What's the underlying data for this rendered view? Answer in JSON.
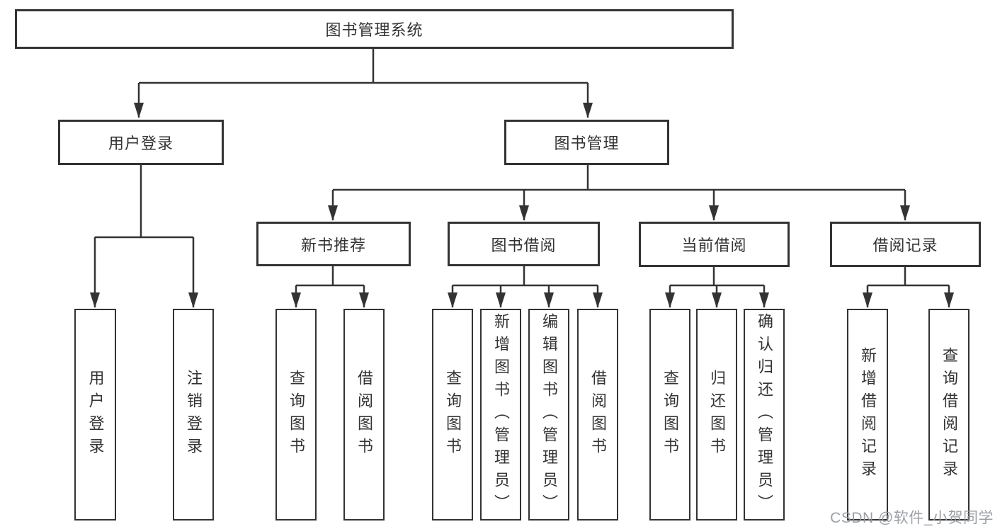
{
  "tree": {
    "label": "图书管理系统",
    "children": [
      {
        "label": "用户登录",
        "children": [
          {
            "label": "用户登录"
          },
          {
            "label": "注销登录"
          }
        ]
      },
      {
        "label": "图书管理",
        "children": [
          {
            "label": "新书推荐",
            "children": [
              {
                "label": "查询图书"
              },
              {
                "label": "借阅图书"
              }
            ]
          },
          {
            "label": "图书借阅",
            "children": [
              {
                "label": "查询图书"
              },
              {
                "label": "新增图书（管理员）"
              },
              {
                "label": "编辑图书（管理员）"
              },
              {
                "label": "借阅图书"
              }
            ]
          },
          {
            "label": "当前借阅",
            "children": [
              {
                "label": "查询图书"
              },
              {
                "label": "归还图书"
              },
              {
                "label": "确认归还（管理员）"
              }
            ]
          },
          {
            "label": "借阅记录",
            "children": [
              {
                "label": "新增借阅记录"
              },
              {
                "label": "查询借阅记录"
              }
            ]
          }
        ]
      }
    ]
  },
  "watermark": "CSDN @软件_小贺同学",
  "colors": {
    "line": "#333333",
    "text": "#333333",
    "watermark": "#94989e",
    "background": "#ffffff"
  }
}
